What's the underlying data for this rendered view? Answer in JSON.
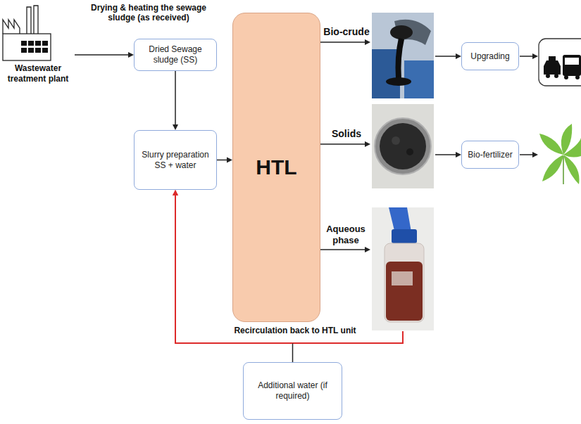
{
  "diagram": {
    "nodes": [
      {
        "text": [
          "Wastewater treatment plant"
        ]
      },
      {
        "text": [
          "Dried Sewage sludge (SS)"
        ]
      },
      {
        "text": [
          "Slurry preparation SS + water"
        ]
      },
      {
        "text": [
          "HTL"
        ]
      },
      {
        "text": [
          "Upgrading"
        ]
      },
      {
        "text": [
          "Bio-fertilizer"
        ]
      },
      {
        "text": [
          "Additional water (if required)"
        ]
      }
    ],
    "edges": [
      {
        "from": 0,
        "to": 1,
        "label": "Drying & heating the sewage sludge (as received)",
        "arrow": "to"
      },
      {
        "from": 1,
        "to": 2,
        "arrow": "to"
      },
      {
        "from": 2,
        "to": 3,
        "arrow": "to"
      },
      {
        "from": 3,
        "to": 4,
        "arrow": "to"
      },
      {
        "from": 3,
        "to": 5,
        "arrow": "to"
      },
      {
        "from": 3,
        "to": 2,
        "label": "Recirculation back to HTL unit",
        "arrow": "to"
      },
      {
        "from": 6,
        "to": 2,
        "arrow": "to"
      }
    ],
    "labels": [
      "Bio-crude",
      "Solids",
      "Aqueous phase"
    ]
  }
}
